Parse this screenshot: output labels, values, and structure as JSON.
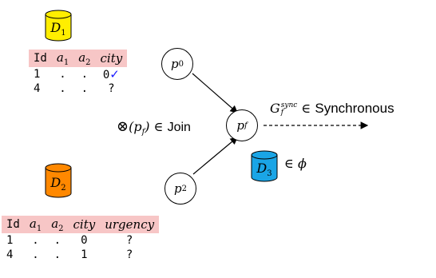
{
  "databases": {
    "d1": {
      "label": "D",
      "sub": "1",
      "color": "#ffee00"
    },
    "d2": {
      "label": "D",
      "sub": "2",
      "color": "#ff8800"
    },
    "d3": {
      "label": "D",
      "sub": "3",
      "color": "#1aa5e6"
    }
  },
  "nodes": {
    "p0": {
      "label": "p",
      "sub": "0"
    },
    "pf": {
      "label": "p",
      "sub": "f"
    },
    "p2": {
      "label": "p",
      "sub": "2"
    }
  },
  "table1": {
    "headers": [
      "Id",
      "a1",
      "a2",
      "city"
    ],
    "rows": [
      [
        "1",
        ".",
        ".",
        "0"
      ],
      [
        "4",
        ".",
        ".",
        "?"
      ]
    ],
    "check": "✓"
  },
  "table2": {
    "headers": [
      "Id",
      "a1",
      "a2",
      "city",
      "urgency"
    ],
    "rows": [
      [
        "1",
        ".",
        ".",
        "0",
        "?"
      ],
      [
        "4",
        ".",
        ".",
        "1",
        "?"
      ]
    ]
  },
  "labels": {
    "join_word": "Join",
    "sync_word": "Synchronous",
    "in_symbol": "∈",
    "otimes": "⊗",
    "empty_set": "ϕ",
    "g_letter": "G",
    "g_sup": "sync",
    "g_sub": "f"
  }
}
